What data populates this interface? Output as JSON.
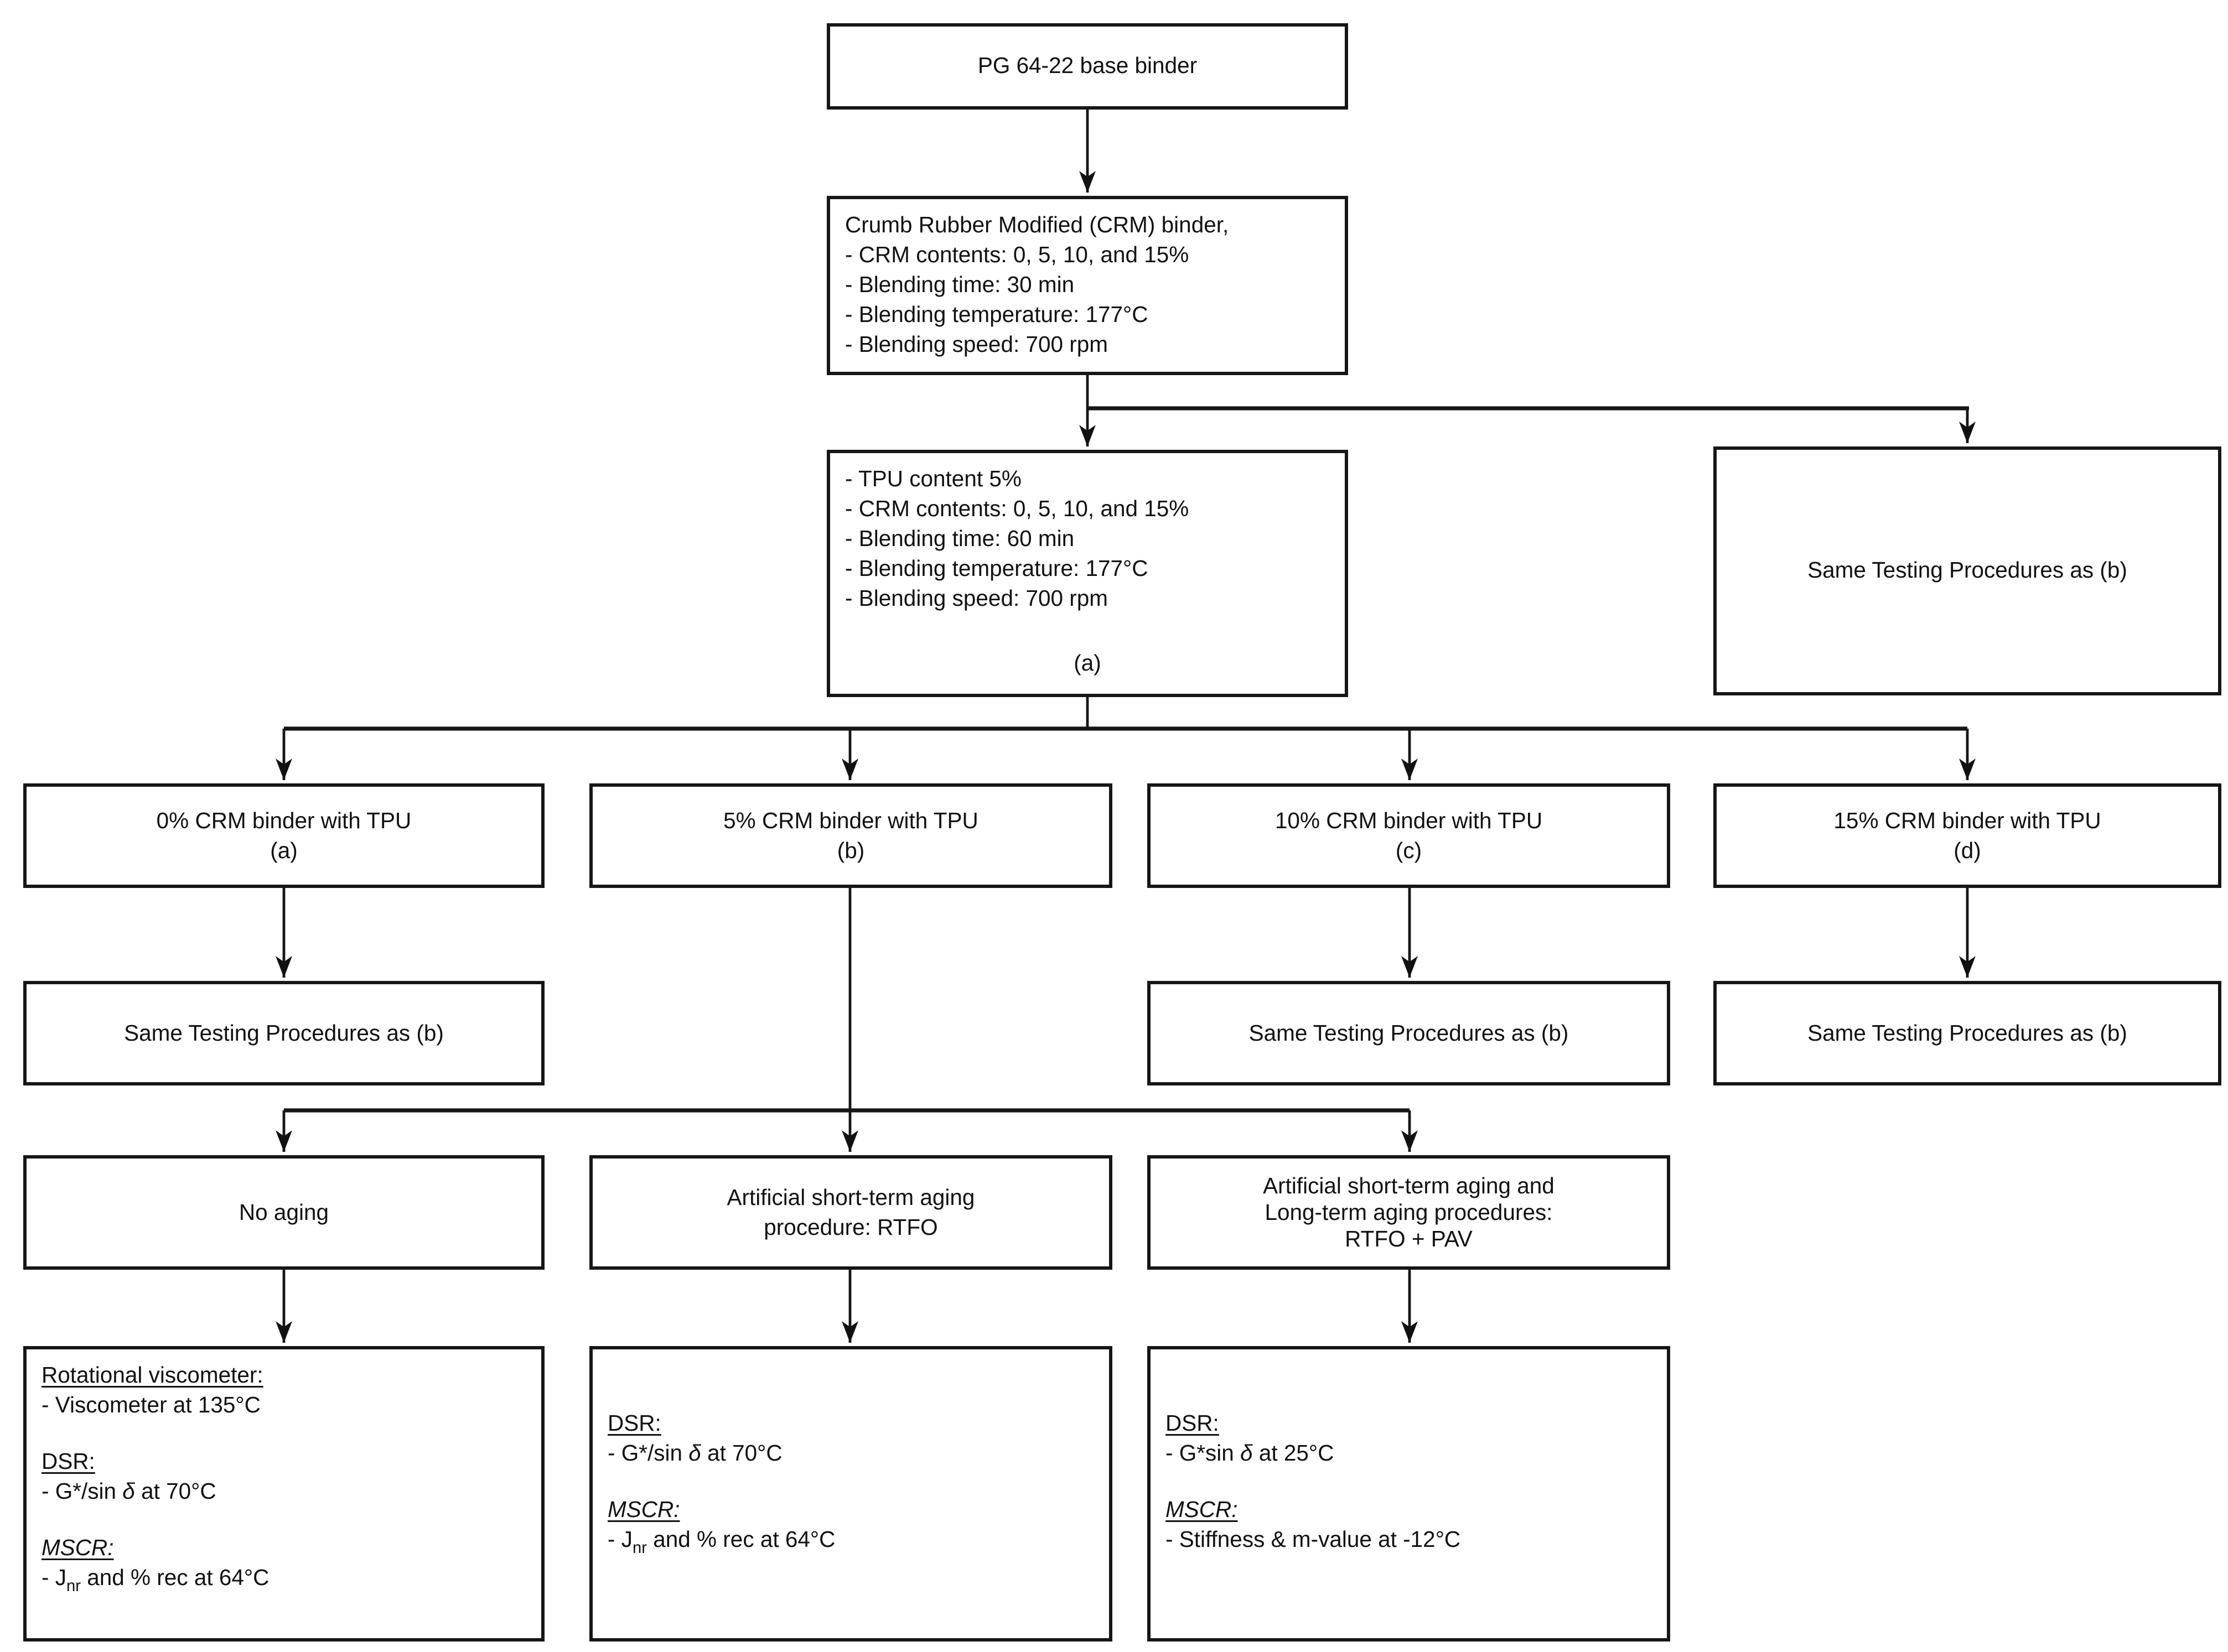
{
  "flowchart": {
    "base_binder": {
      "text": "PG 64-22 base binder"
    },
    "crm_binder": {
      "lines": [
        "Crumb Rubber Modified (CRM) binder,",
        "- CRM contents: 0, 5, 10, and 15%",
        "- Blending time: 30 min",
        "- Blending temperature: 177°C",
        "- Blending speed: 700 rpm"
      ]
    },
    "tpu_crm_binder": {
      "lines": [
        "- TPU content 5%",
        "- CRM contents: 0, 5, 10, and 15%",
        "- Blending time: 60 min",
        "- Blending temperature: 177°C",
        "- Blending speed: 700 rpm"
      ],
      "label": "(a)"
    },
    "same_testing_top": {
      "text": "Same Testing Procedures as (b)"
    },
    "branches": [
      {
        "title": "0% CRM binder with TPU",
        "label": "(a)"
      },
      {
        "title": "5% CRM binder with TPU",
        "label": "(b)"
      },
      {
        "title": "10% CRM binder with TPU",
        "label": "(c)"
      },
      {
        "title": "15% CRM binder with TPU",
        "label": "(d)"
      }
    ],
    "same_testing_boxes": [
      "Same Testing Procedures as (b)",
      "Same Testing Procedures as (b)",
      "Same Testing Procedures as (b)"
    ],
    "aging": [
      {
        "lines": [
          "No aging"
        ]
      },
      {
        "lines": [
          "Artificial short-term aging",
          "procedure: RTFO"
        ]
      },
      {
        "lines": [
          "Artificial short-term aging and",
          "Long-term aging procedures:",
          "RTFO + PAV"
        ]
      }
    ],
    "tests": {
      "no_aging": {
        "s1_heading": "Rotational viscometer:",
        "s1_item": "- Viscometer at 135°C",
        "s2_heading": "DSR:",
        "s2_pre": "- G*/sin ",
        "s2_delta": "δ",
        "s2_post": " at 70°C",
        "s3_heading": "MSCR:",
        "s3_pre": "- J",
        "s3_sub": "nr",
        "s3_post": " and % rec at 64°C"
      },
      "rtfo": {
        "s1_heading": "DSR:",
        "s1_pre": "- G*/sin ",
        "s1_delta": "δ",
        "s1_post": " at 70°C",
        "s2_heading": "MSCR:",
        "s2_pre": "- J",
        "s2_sub": "nr",
        "s2_post": " and % rec at 64°C"
      },
      "rtfo_pav": {
        "s1_heading": "DSR:",
        "s1_pre": "- G*sin ",
        "s1_delta": "δ",
        "s1_post": " at 25°C",
        "s2_heading": "MSCR:",
        "s2_item": "- Stiffness & m-value at -12°C"
      }
    }
  }
}
